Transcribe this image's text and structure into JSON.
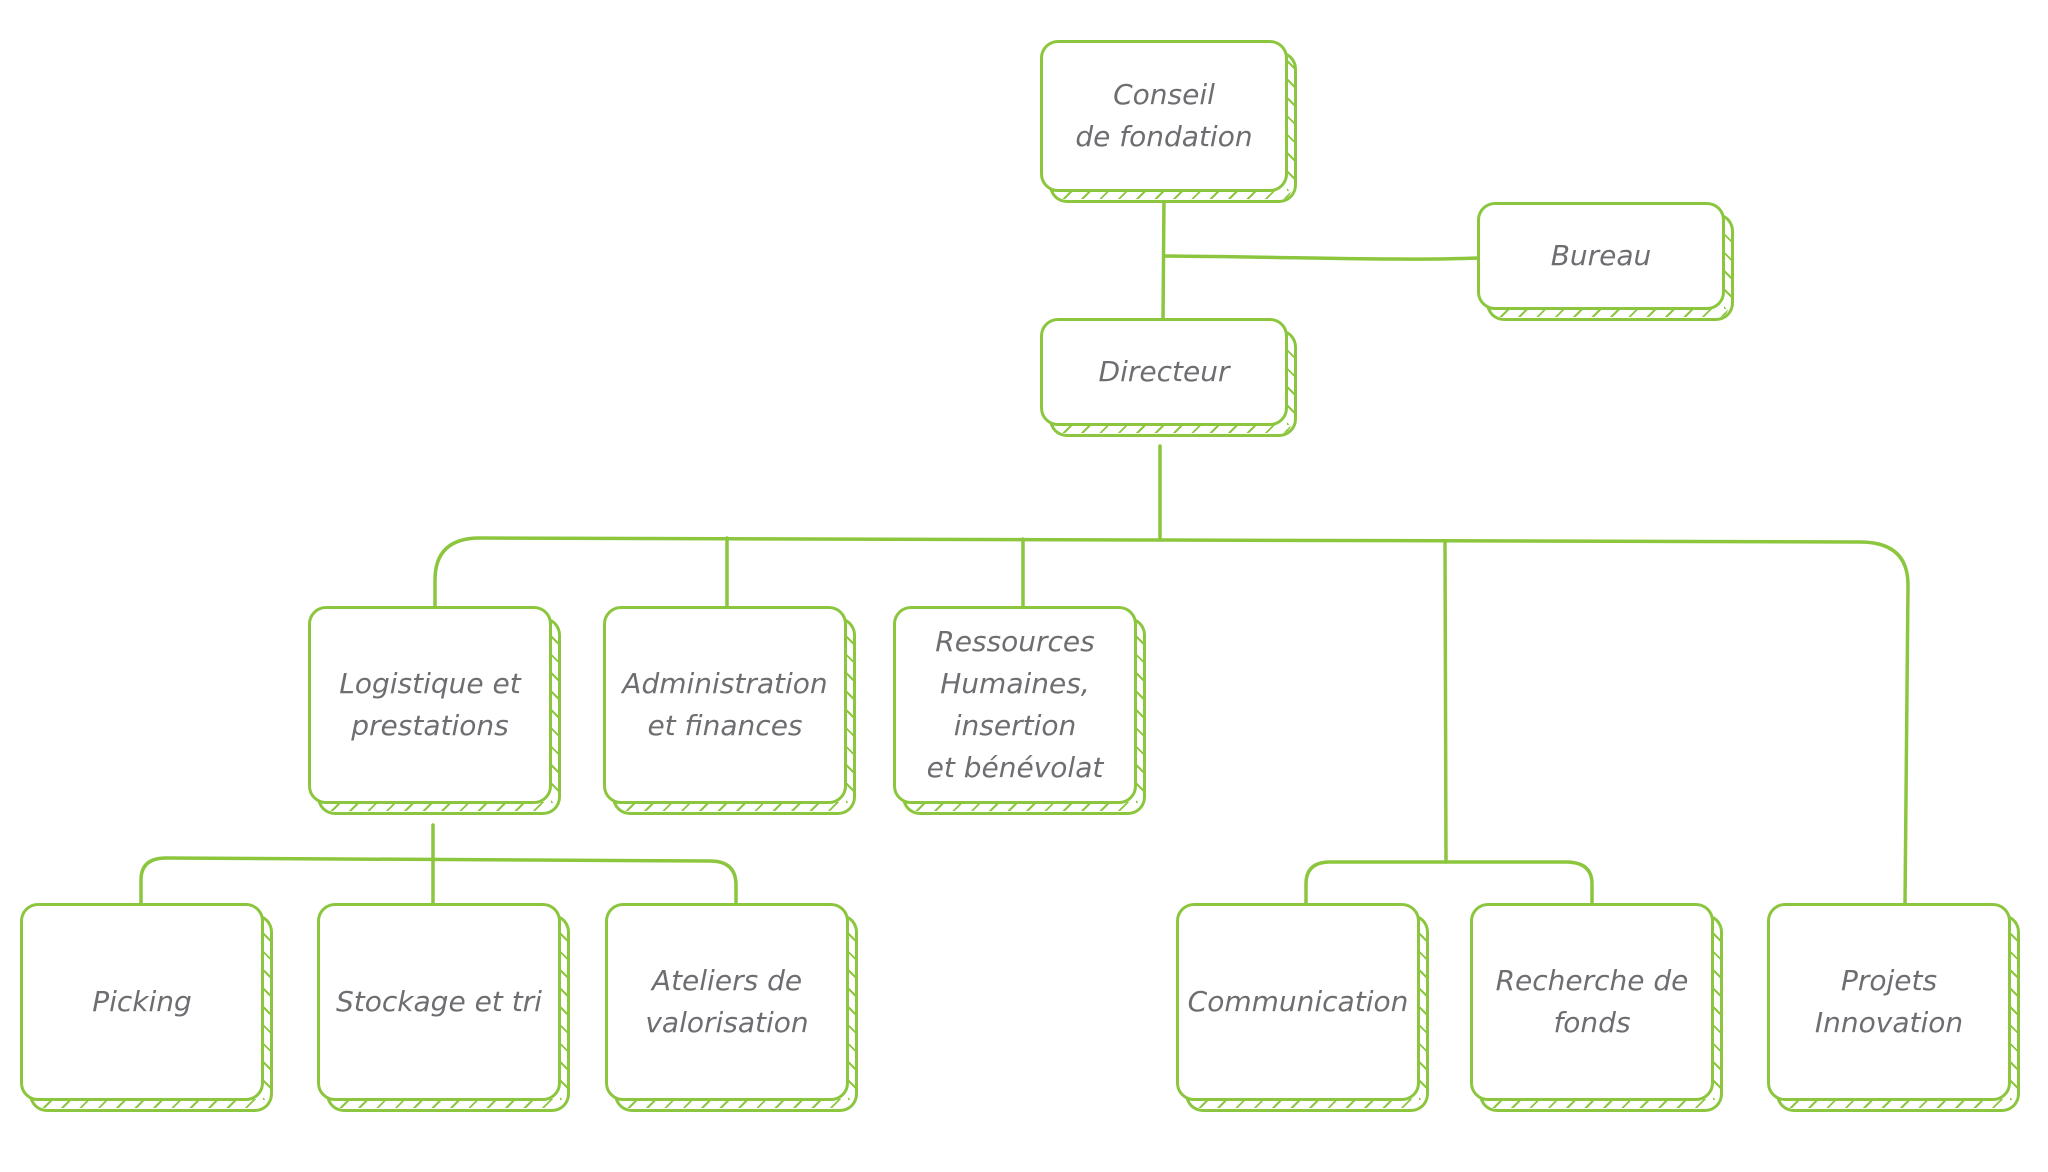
{
  "colors": {
    "accent": "#8cc63f",
    "text": "#6d6e71",
    "background": "#ffffff"
  },
  "nodes": {
    "conseil": "Conseil\nde fondation",
    "bureau": "Bureau",
    "directeur": "Directeur",
    "logistique": "Logistique et\nprestations",
    "administration": "Administration\net finances",
    "rh": "Ressources\nHumaines,\ninsertion\net bénévolat",
    "picking": "Picking",
    "stockage": "Stockage et tri",
    "ateliers": "Ateliers de\nvalorisation",
    "communication": "Communication",
    "recherche": "Recherche de\nfonds",
    "projets": "Projets\nInnovation"
  }
}
